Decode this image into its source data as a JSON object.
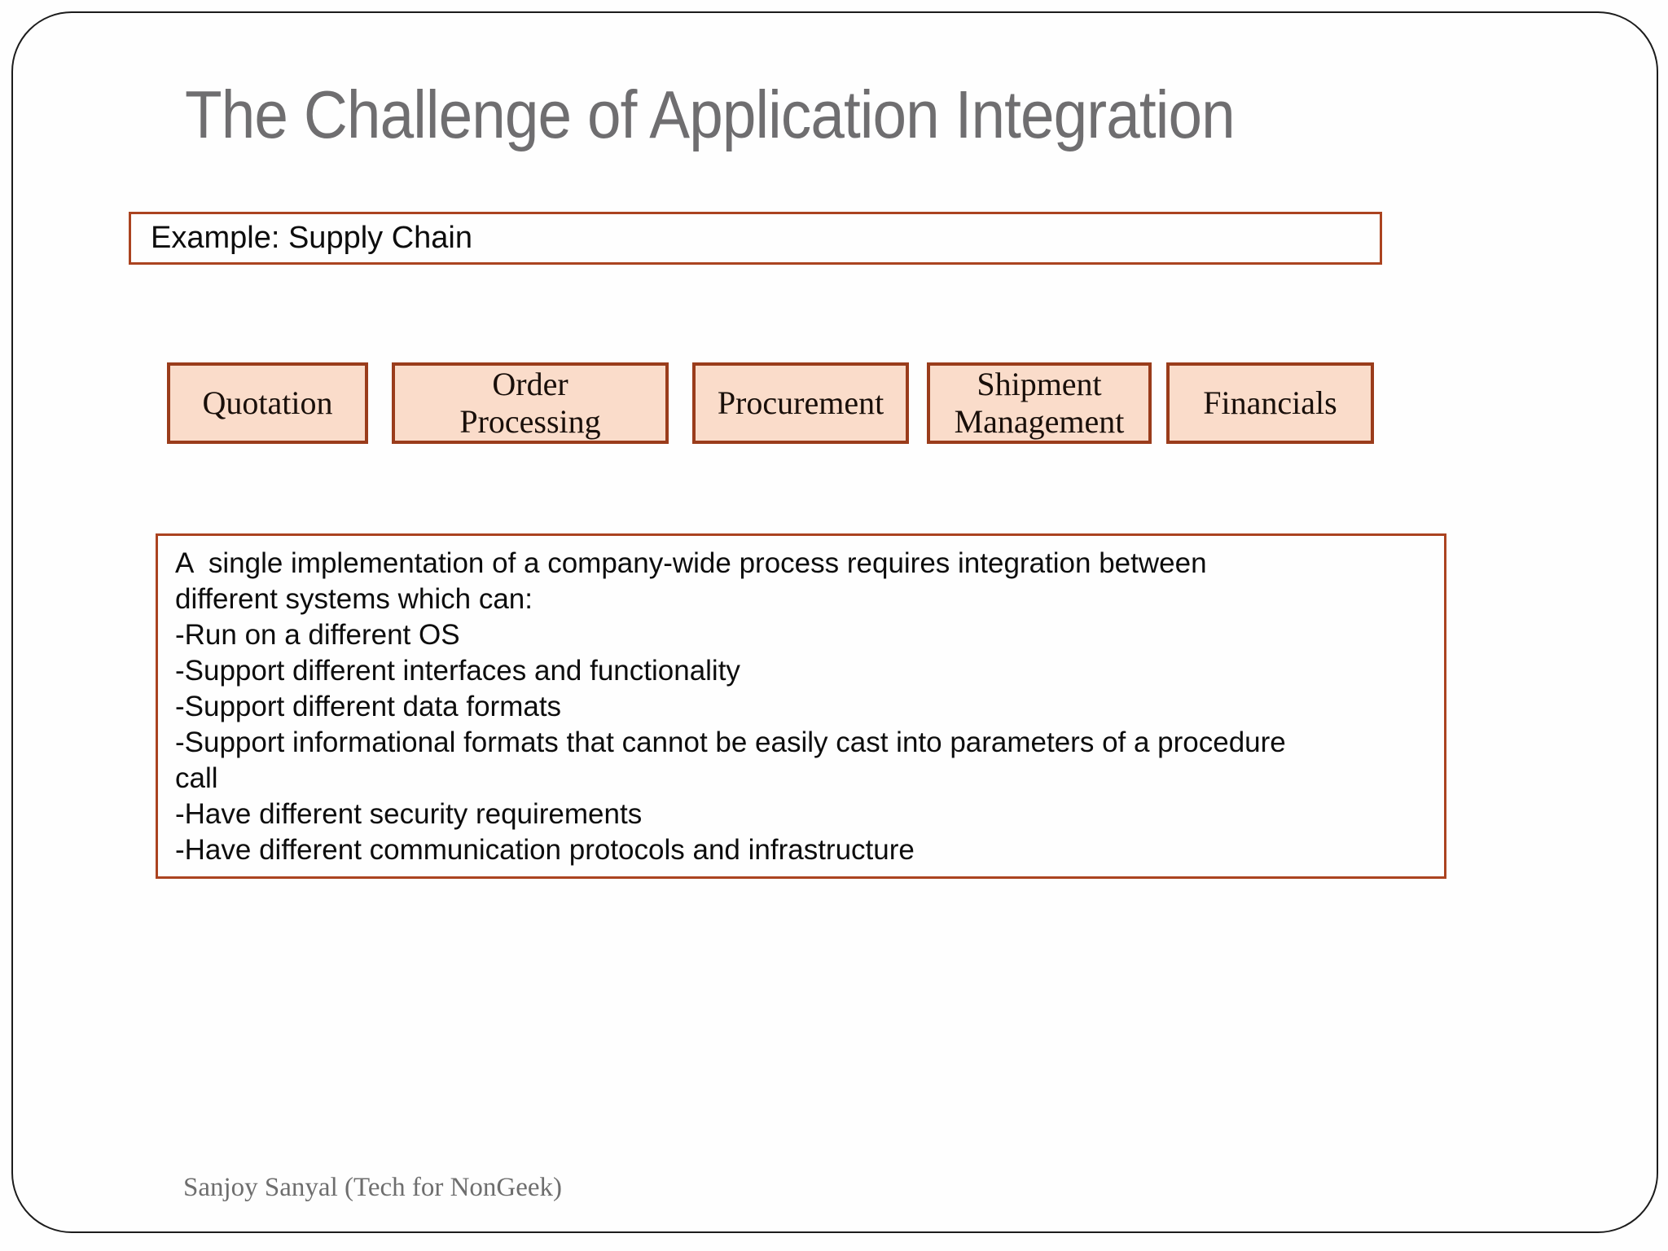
{
  "slide": {
    "title": "The Challenge of Application Integration",
    "example_label": "Example: Supply Chain",
    "process_boxes": [
      {
        "label": "Quotation"
      },
      {
        "label": "Order Processing"
      },
      {
        "label": "Procurement"
      },
      {
        "label": "Shipment Management"
      },
      {
        "label": "Financials"
      }
    ],
    "description": {
      "lines": [
        "A  single implementation of a company-wide process requires integration between",
        "different systems which can:",
        "-Run on a different OS",
        "-Support different interfaces and functionality",
        "-Support different data formats",
        "-Support informational formats that cannot be easily cast into parameters of a procedure",
        "call",
        "-Have different security requirements",
        "-Have different communication protocols and infrastructure"
      ]
    },
    "footer": "Sanjoy Sanyal (Tech for NonGeek)",
    "colors": {
      "accent_border": "#ab4320",
      "process_box_border": "#9a3c1b",
      "process_box_fill": "#fadcca",
      "title_gray": "#6f6e70",
      "footer_gray": "#6e6e6e",
      "slide_outline": "#1c1c1c"
    }
  }
}
